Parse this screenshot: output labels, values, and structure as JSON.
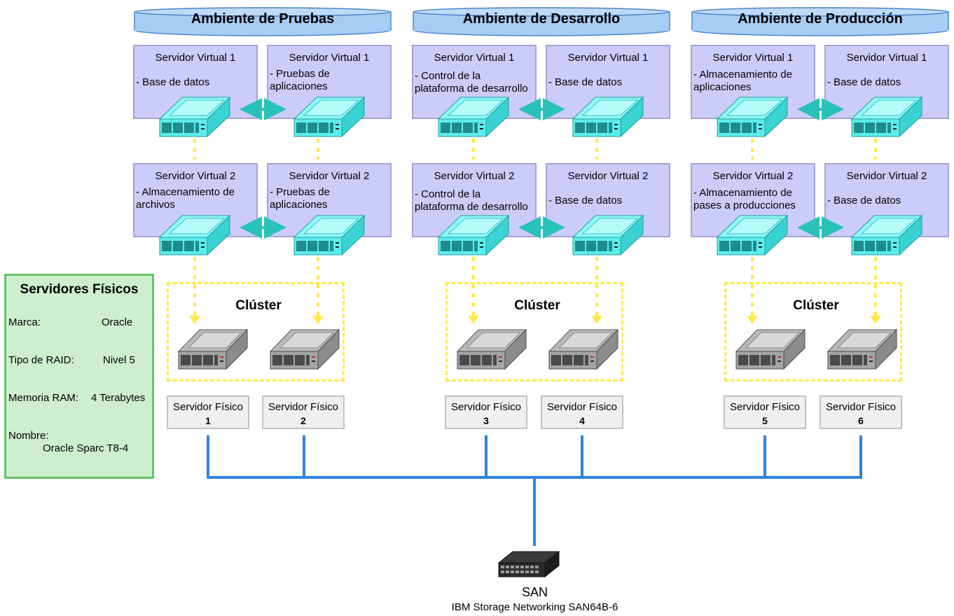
{
  "environments": [
    {
      "name": "Ambiente de Pruebas",
      "rows": [
        [
          {
            "title": "Servidor Virtual 1",
            "role": "- Base de datos"
          },
          {
            "title": "Servidor Virtual 1",
            "role": "- Pruebas de\naplicaciones"
          }
        ],
        [
          {
            "title": "Servidor Virtual 2",
            "role": "- Almacenamiento de\narchivos"
          },
          {
            "title": "Servidor Virtual 2",
            "role": "- Pruebas de\naplicaciones"
          }
        ]
      ],
      "cluster_label": "Clúster",
      "physical_servers": [
        {
          "label": "Servidor Físico",
          "number": "1"
        },
        {
          "label": "Servidor Físico",
          "number": "2"
        }
      ]
    },
    {
      "name": "Ambiente de Desarrollo",
      "rows": [
        [
          {
            "title": "Servidor Virtual 1",
            "role": "- Control de la\nplataforma de desarrollo"
          },
          {
            "title": "Servidor Virtual 1",
            "role": "- Base de datos"
          }
        ],
        [
          {
            "title": "Servidor Virtual 2",
            "role": "- Control de la\nplataforma de desarrollo"
          },
          {
            "title": "Servidor Virtual 2",
            "role": "- Base de datos"
          }
        ]
      ],
      "cluster_label": "Clúster",
      "physical_servers": [
        {
          "label": "Servidor Físico",
          "number": "3"
        },
        {
          "label": "Servidor Físico",
          "number": "4"
        }
      ]
    },
    {
      "name": "Ambiente de Producción",
      "rows": [
        [
          {
            "title": "Servidor Virtual 1",
            "role": "- Almacenamiento de\naplicaciones"
          },
          {
            "title": "Servidor Virtual 1",
            "role": "- Base de datos"
          }
        ],
        [
          {
            "title": "Servidor Virtual 2",
            "role": "- Almacenamiento de\npases a producciones"
          },
          {
            "title": "Servidor Virtual 2",
            "role": "- Base de datos"
          }
        ]
      ],
      "cluster_label": "Clúster",
      "physical_servers": [
        {
          "label": "Servidor Físico",
          "number": "5"
        },
        {
          "label": "Servidor Físico",
          "number": "6"
        }
      ]
    }
  ],
  "legend": {
    "title": "Servidores Físicos",
    "rows": [
      {
        "label": "Marca:",
        "value": "Oracle"
      },
      {
        "label": "Tipo de RAID:",
        "value": "Nivel 5"
      },
      {
        "label": "Memoria RAM:",
        "value": "4 Terabytes"
      },
      {
        "label": "Nombre:",
        "value": "Oracle Sparc T8-4"
      }
    ]
  },
  "san": {
    "label": "SAN",
    "model": "IBM Storage Networking SAN64B-6"
  },
  "colors": {
    "header_fill": "#a8cdf5",
    "header_stroke": "#4a86c8",
    "virtual_box": "#ccccfa",
    "virtual_server": "#63f2f0",
    "sync_arrow": "#28c2b8",
    "dashed_link": "#ffea4a",
    "network_line": "#2f82e6",
    "legend_fill": "#cdefce",
    "legend_border": "#64c468"
  },
  "icons": {
    "virtual_server": "server-virtual-icon",
    "physical_server": "server-physical-icon",
    "san_switch": "san-switch-icon"
  }
}
